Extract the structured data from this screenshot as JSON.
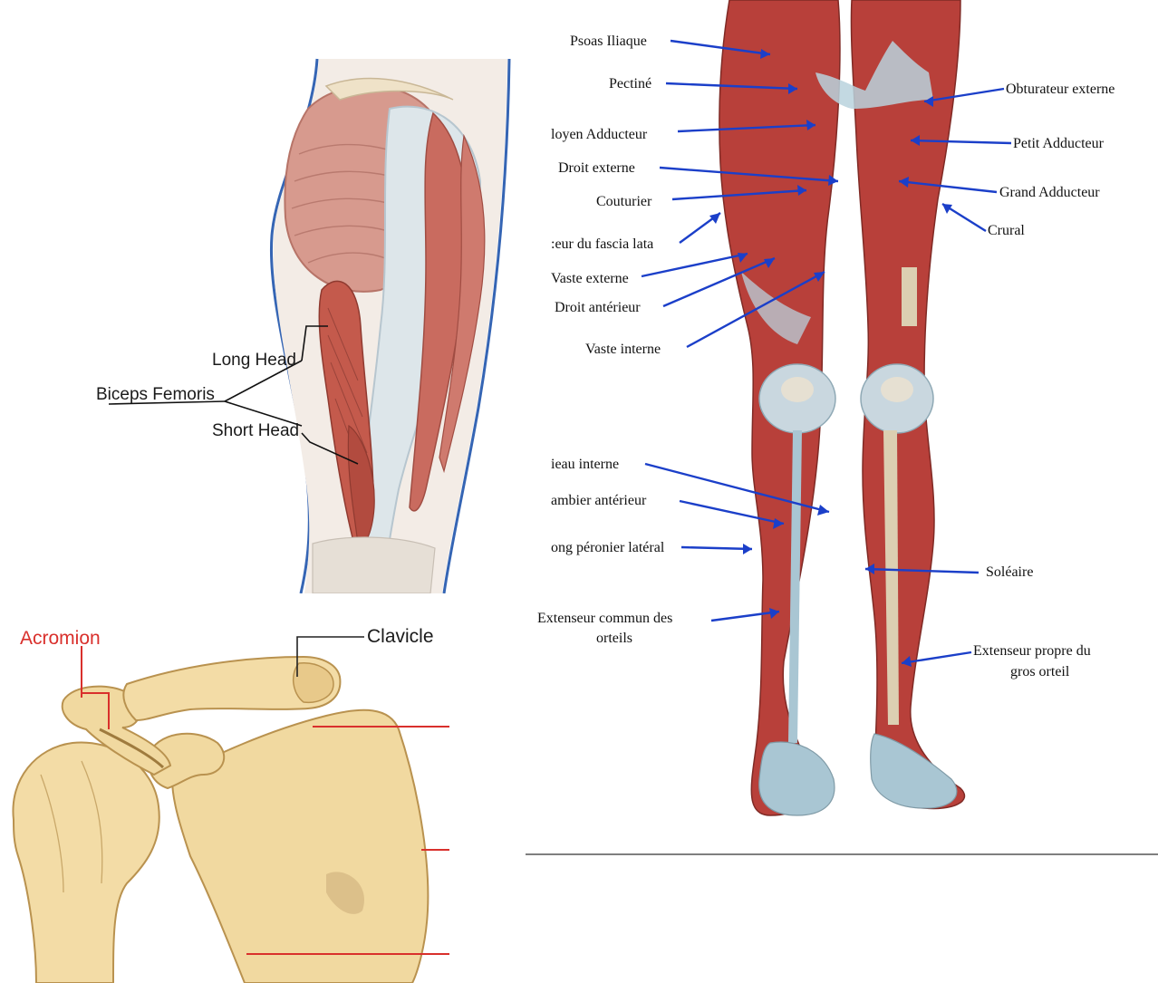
{
  "colors": {
    "muscle": "#b8403a",
    "muscle_light": "#d9918a",
    "tendon": "#a9c6d3",
    "bone": "#f0d9a4",
    "leader_blue": "#1b3fc9",
    "leader_red": "#d9302c",
    "outline_blue": "#3565b4"
  },
  "thigh_diagram": {
    "labels": {
      "long_head": "Long Head",
      "biceps_femoris": "Biceps Femoris",
      "short_head": "Short Head"
    }
  },
  "legs_diagram": {
    "labels_left": [
      "Psoas Iliaque",
      "Pectiné",
      "loyen Adducteur",
      "Droit externe",
      "Couturier",
      ":eur du fascia lata",
      "Vaste externe",
      "Droit antérieur",
      "Vaste interne",
      "ieau interne",
      "ambier antérieur",
      "ong péronier latéral",
      "Extenseur commun des",
      "orteils"
    ],
    "labels_right": [
      "Obturateur externe",
      "Petit Adducteur",
      "Grand Adducteur",
      "Crural",
      "Soléaire",
      "Extenseur propre du",
      "gros orteil"
    ]
  },
  "shoulder_diagram": {
    "labels": {
      "acromion": "Acromion",
      "clavicle": "Clavicle"
    }
  }
}
